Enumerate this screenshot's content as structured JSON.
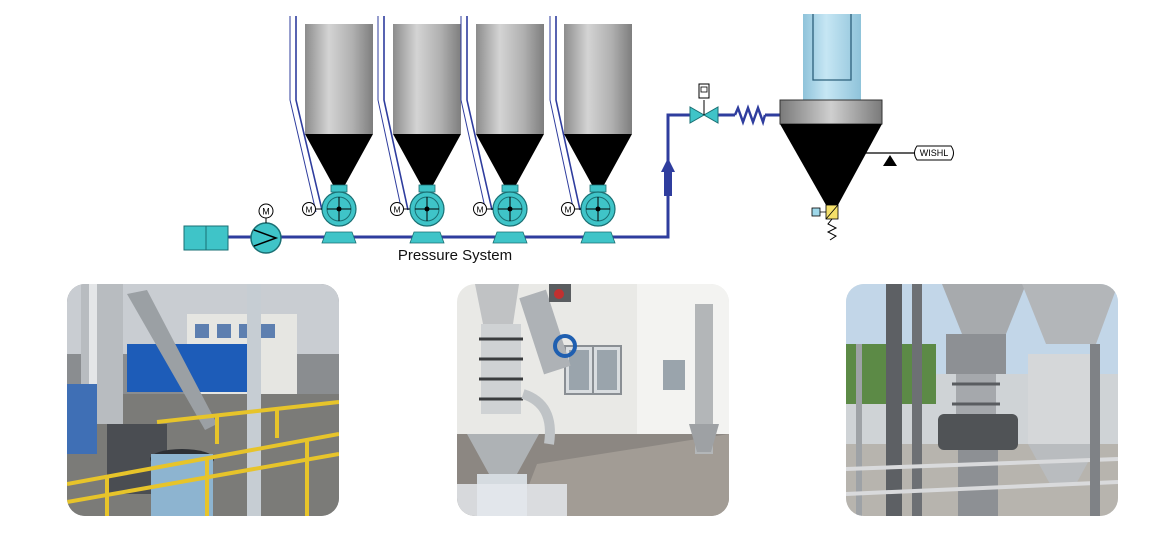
{
  "diagram": {
    "system_label": "Pressure System",
    "motor_symbol": "M",
    "scale_label": "WISHL"
  },
  "photos": [
    {
      "name": "photo-industrial-railing-site"
    },
    {
      "name": "photo-building-wall-valve-site"
    },
    {
      "name": "photo-outdoor-silo-discharge-site"
    }
  ],
  "colors": {
    "pipe": "#2f3d9e",
    "valve_fill": "#3fc4c8",
    "silo_top": "#b5b5b5",
    "silo_cone": "#000000",
    "receiver_blue": "#a8d8ec"
  }
}
